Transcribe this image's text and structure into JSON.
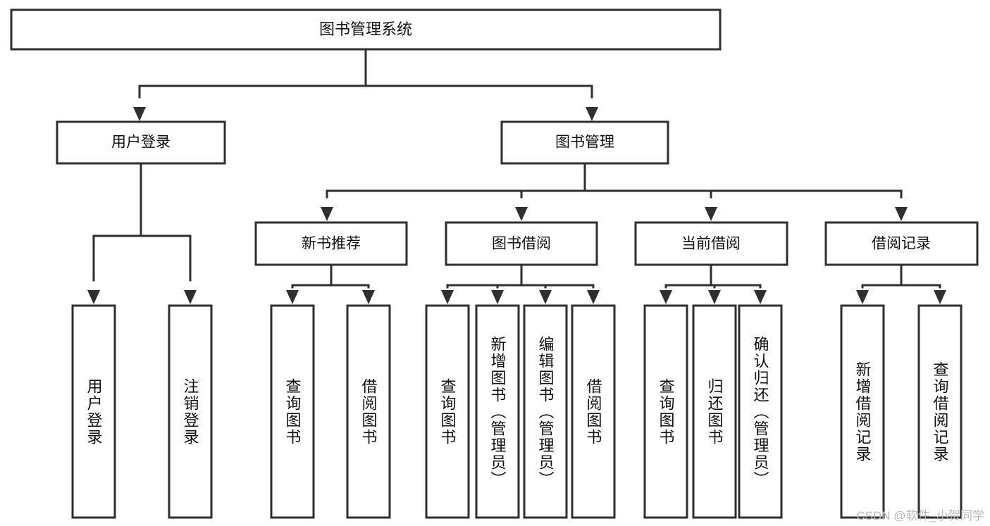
{
  "diagram": {
    "type": "tree",
    "title": "图书管理系统",
    "root": {
      "label": "图书管理系统"
    },
    "level1": [
      {
        "label": "用户登录"
      },
      {
        "label": "图书管理"
      }
    ],
    "level2": [
      {
        "label": "新书推荐"
      },
      {
        "label": "图书借阅"
      },
      {
        "label": "当前借阅"
      },
      {
        "label": "借阅记录"
      }
    ],
    "leaves": {
      "user_login": [
        {
          "label": "用户登录"
        },
        {
          "label": "注销登录"
        }
      ],
      "new_book_recommend": [
        {
          "label": "查询图书"
        },
        {
          "label": "借阅图书"
        }
      ],
      "book_borrow": [
        {
          "label": "查询图书"
        },
        {
          "label": "新增图书（管理员）"
        },
        {
          "label": "编辑图书（管理员）"
        },
        {
          "label": "借阅图书"
        }
      ],
      "current_borrow": [
        {
          "label": "查询图书"
        },
        {
          "label": "归还图书"
        },
        {
          "label": "确认归还（管理员）"
        }
      ],
      "borrow_record": [
        {
          "label": "新增借阅记录"
        },
        {
          "label": "查询借阅记录"
        }
      ]
    }
  },
  "watermark": {
    "text": "CSDN @软件_小贺同学"
  },
  "colors": {
    "stroke": "#2f2f2f",
    "fill": "#ffffff",
    "text": "#111111",
    "watermark": "#b9b9b9"
  }
}
